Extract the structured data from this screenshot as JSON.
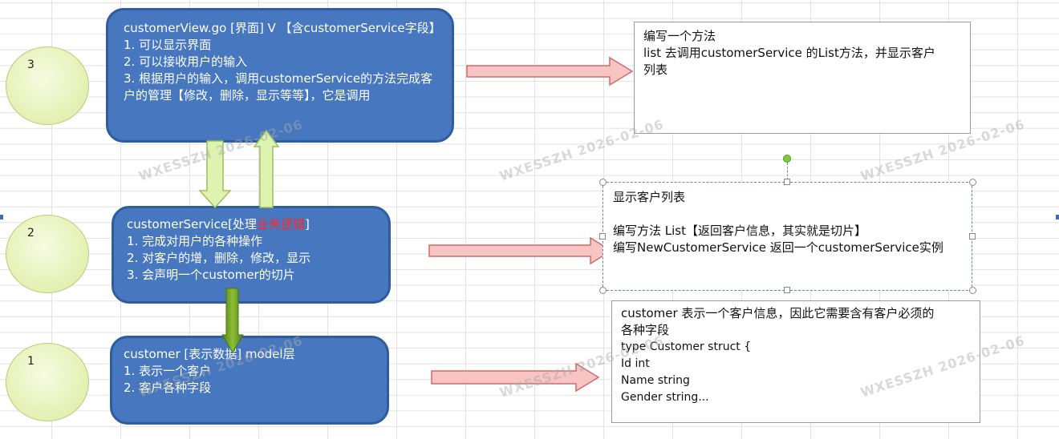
{
  "layers": [
    {
      "number": "3",
      "title": "customerView.go [界面]  V  【含customerService字段】",
      "lines": [
        "1. 可以显示界面",
        "2. 可以接收用户的输入",
        "3. 根据用户的输入，调用customerService的方法完成客户的管理【修改，删除，显示等等】，它是调用"
      ]
    },
    {
      "number": "2",
      "title_prefix": "customerService[处理",
      "title_highlight": "业务逻辑",
      "title_suffix": "]",
      "lines": [
        "1. 完成对用户的各种操作",
        "2. 对客户的增，删除，修改，显示",
        "3. 会声明一个customer的切片"
      ]
    },
    {
      "number": "1",
      "title": "customer [表示数据] model层",
      "lines": [
        "1. 表示一个客户",
        "2. 客户各种字段"
      ]
    }
  ],
  "notes": [
    {
      "lines": [
        "编写一个方法",
        "list 去调用customerService 的List方法，并显示客户",
        "列表"
      ]
    },
    {
      "lines": [
        "显示客户列表",
        "",
        "编写方法  List【返回客户信息，其实就是切片】",
        "编写NewCustomerService 返回一个customerService实例"
      ]
    },
    {
      "lines": [
        "customer 表示一个客户信息，因此它需要含有客户必须的",
        "各种字段",
        "type  Customer struct {",
        "Id int",
        "Name string",
        "Gender string..."
      ]
    }
  ],
  "watermark": "WXESSZH  2026-02-06",
  "colors": {
    "box": "#4677bf",
    "circle": "#e6f2b8",
    "red_arrow": "#f8c2c2",
    "green_arrow": "#d9f0a3",
    "dark_green_arrow": "#6a9a1f",
    "highlight": "#ff2626"
  }
}
